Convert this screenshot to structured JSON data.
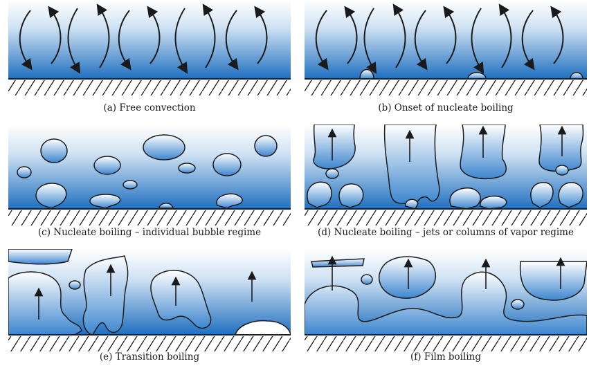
{
  "captions": {
    "a": "(a) Free convection",
    "b": "(b) Onset of nucleate boiling",
    "c": "(c) Nucleate boiling – individual bubble regime",
    "d": "(d) Nucleate boiling – jets or columns of vapor regime",
    "e": "(e) Transition boiling",
    "f": "(f) Film boiling"
  },
  "colors": {
    "liquid_top": "#ffffff",
    "liquid_bottom": "#1f6fc0",
    "outline": "#1a1a1a",
    "hatch": "#1a1a1a"
  }
}
